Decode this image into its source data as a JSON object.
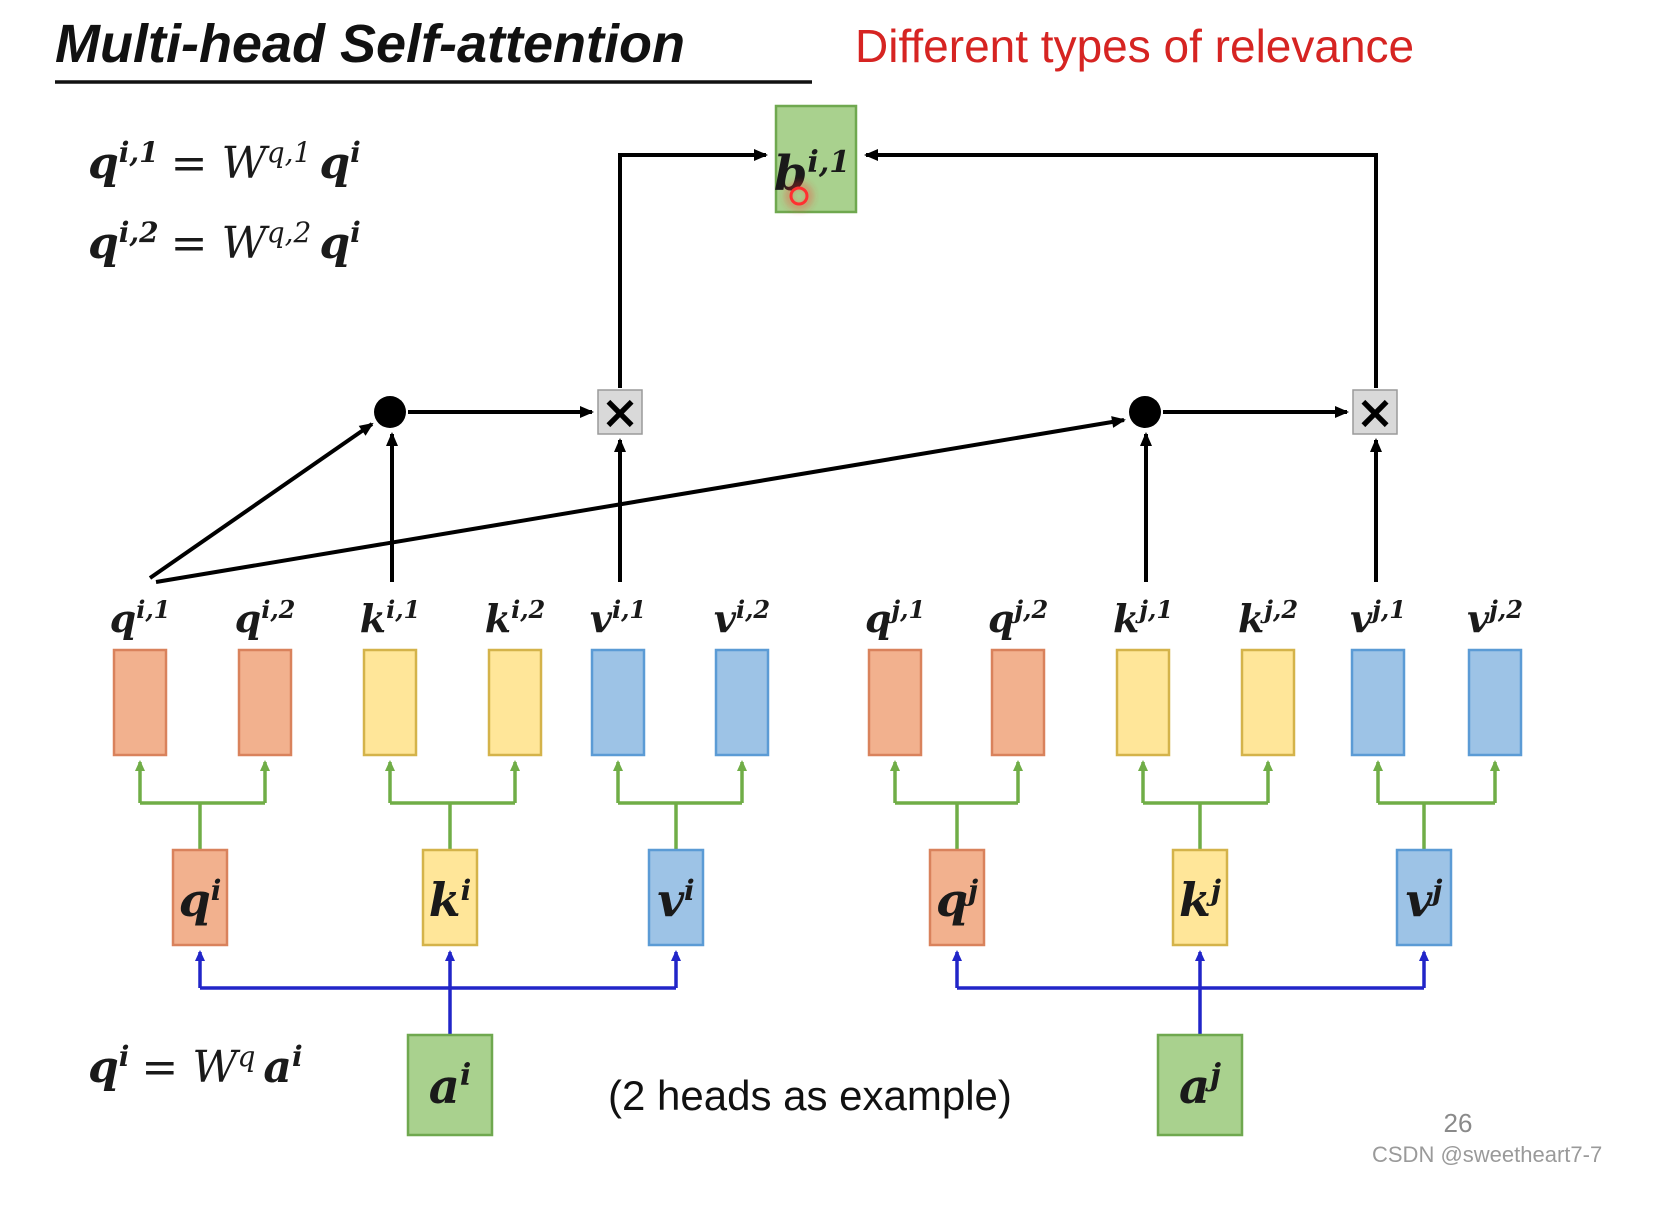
{
  "slide": {
    "title": "Multi-head Self-attention",
    "subtitle": "Different types of relevance",
    "caption": "(2 heads as example)",
    "page_number": "26",
    "watermark": "CSDN @sweetheart7-7"
  },
  "formulas": {
    "f1": {
      "lhs": "q",
      "lhs_sup": "i,1",
      "eq": "= W",
      "w_sup": "q,1",
      "rhs": "q",
      "rhs_sup": "i"
    },
    "f2": {
      "lhs": "q",
      "lhs_sup": "i,2",
      "eq": "= W",
      "w_sup": "q,2",
      "rhs": "q",
      "rhs_sup": "i"
    },
    "f3": {
      "lhs": "q",
      "lhs_sup": "i",
      "eq": "= W",
      "w_sup": "q",
      "rhs": "a",
      "rhs_sup": "i"
    }
  },
  "output": {
    "base": "b",
    "sup": "i,1"
  },
  "operators": {
    "times": "×"
  },
  "columns": [
    {
      "base": "q",
      "sup": "i,1"
    },
    {
      "base": "q",
      "sup": "i,2"
    },
    {
      "base": "k",
      "sup": "i,1"
    },
    {
      "base": "k",
      "sup": "i,2"
    },
    {
      "base": "v",
      "sup": "i,1"
    },
    {
      "base": "v",
      "sup": "i,2"
    },
    {
      "base": "q",
      "sup": "j,1"
    },
    {
      "base": "q",
      "sup": "j,2"
    },
    {
      "base": "k",
      "sup": "j,1"
    },
    {
      "base": "k",
      "sup": "j,2"
    },
    {
      "base": "v",
      "sup": "j,1"
    },
    {
      "base": "v",
      "sup": "j,2"
    }
  ],
  "mid_boxes": [
    {
      "base": "q",
      "sup": "i"
    },
    {
      "base": "k",
      "sup": "i"
    },
    {
      "base": "v",
      "sup": "i"
    },
    {
      "base": "q",
      "sup": "j"
    },
    {
      "base": "k",
      "sup": "j"
    },
    {
      "base": "v",
      "sup": "j"
    }
  ],
  "inputs": [
    {
      "base": "a",
      "sup": "i"
    },
    {
      "base": "a",
      "sup": "j"
    }
  ],
  "colors": {
    "title": "#111111",
    "subtitle_red": "#D62422",
    "q_box_fill": "#F2B18E",
    "q_box_stroke": "#D9825C",
    "k_box_fill": "#FFE699",
    "k_box_stroke": "#D4B34A",
    "v_box_fill": "#9DC3E6",
    "v_box_stroke": "#5B9BD5",
    "a_box_fill": "#A9D18E",
    "a_box_stroke": "#6FA84F",
    "fork_green": "#70AD47",
    "fork_blue": "#2125C8",
    "operator_gray": "#D9D9D9",
    "glow_red": "#FF3030"
  }
}
